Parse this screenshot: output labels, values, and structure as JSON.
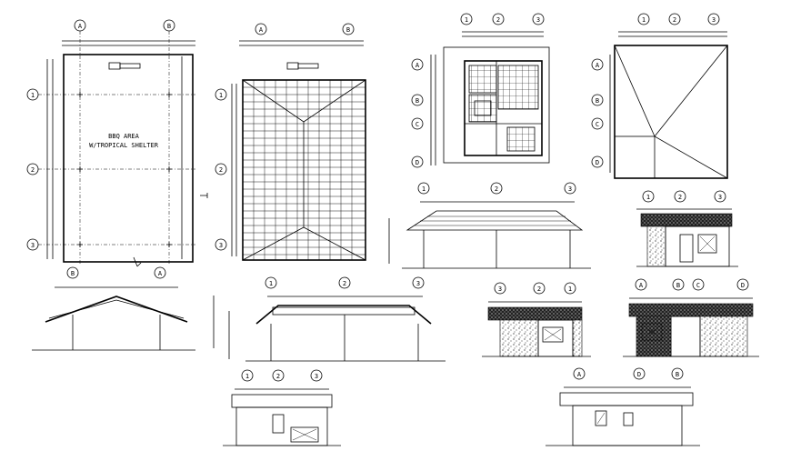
{
  "drawing": {
    "bbq_title_line1": "BBQ AREA",
    "bbq_title_line2": "W/TROPICAL SHELTER"
  },
  "grid_labels": {
    "letters_a": [
      "A",
      "B"
    ],
    "letters_b": [
      "A",
      "B",
      "C",
      "D"
    ],
    "letters_c": [
      "A",
      "B",
      "C",
      "D"
    ],
    "numbers": [
      "1",
      "2",
      "3"
    ]
  }
}
